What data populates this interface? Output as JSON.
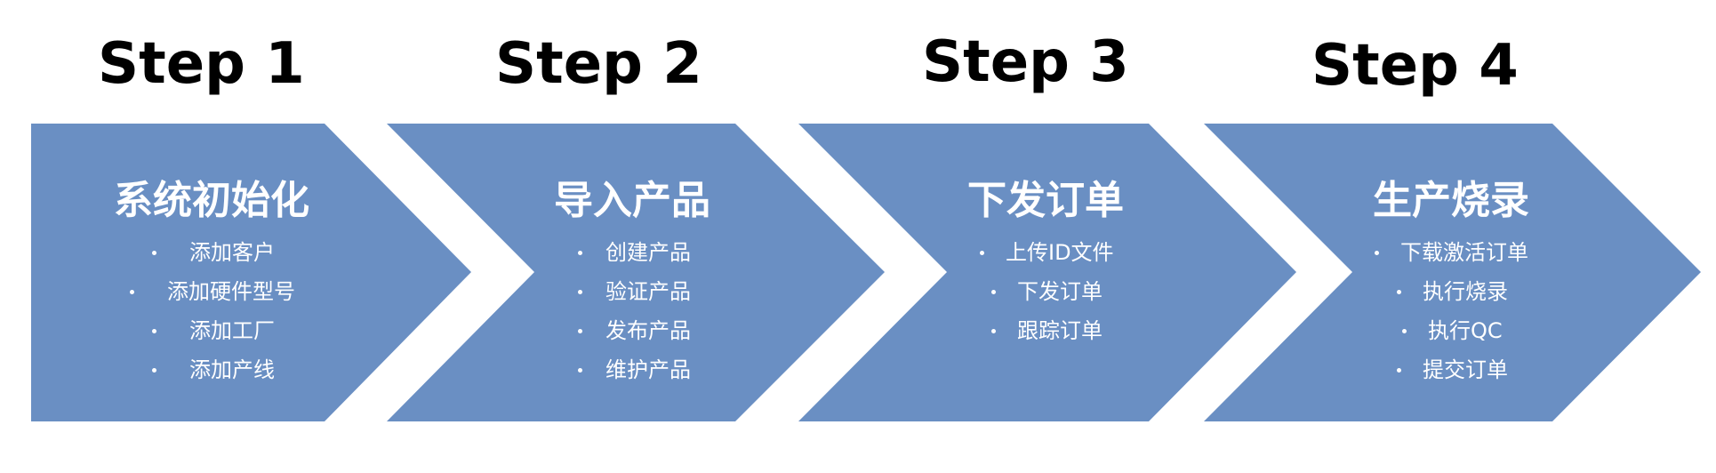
{
  "colors": {
    "arrow_fill": "#6a8fc3",
    "text_on_arrow": "#ffffff",
    "step_label": "#000000"
  },
  "steps": [
    {
      "label": "Step 1",
      "title": "系统初始化",
      "items": [
        "添加客户",
        "添加硬件型号",
        "添加工厂",
        "添加产线"
      ]
    },
    {
      "label": "Step 2",
      "title": "导入产品",
      "items": [
        "创建产品",
        "验证产品",
        "发布产品",
        "维护产品"
      ]
    },
    {
      "label": "Step 3",
      "title": "下发订单",
      "items": [
        "上传ID文件",
        "下发订单",
        "跟踪订单"
      ]
    },
    {
      "label": "Step 4",
      "title": "生产烧录",
      "items": [
        "下载激活订单",
        "执行烧录",
        "执行QC",
        "提交订单"
      ]
    }
  ]
}
